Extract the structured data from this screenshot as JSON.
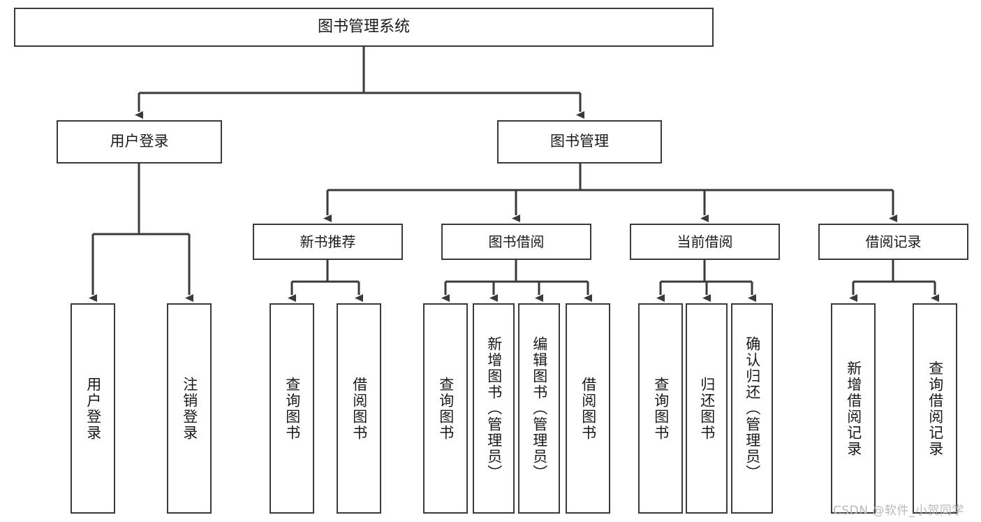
{
  "diagram": {
    "type": "tree",
    "title": "图书管理系统",
    "orientation": "top-down",
    "colors": {
      "box_border": "#3a3a3a",
      "box_fill": "#ffffff",
      "connector": "#3a3a3a",
      "text": "#1a1a1a",
      "watermark": "#b9b9b9",
      "page_background": "#ffffff"
    },
    "root": {
      "label": "图书管理系统"
    },
    "level1": [
      {
        "label": "用户登录"
      },
      {
        "label": "图书管理"
      }
    ],
    "level2": [
      {
        "label": "新书推荐"
      },
      {
        "label": "图书借阅"
      },
      {
        "label": "当前借阅"
      },
      {
        "label": "借阅记录"
      }
    ],
    "leaves": {
      "user_login": [
        {
          "label": "用户登录"
        },
        {
          "label": "注销登录"
        }
      ],
      "new_book_recommend": [
        {
          "label": "查询图书"
        },
        {
          "label": "借阅图书"
        }
      ],
      "book_borrow": [
        {
          "label": "查询图书"
        },
        {
          "label": "新增图书（管理员）"
        },
        {
          "label": "编辑图书（管理员）"
        },
        {
          "label": "借阅图书"
        }
      ],
      "current_borrow": [
        {
          "label": "查询图书"
        },
        {
          "label": "归还图书"
        },
        {
          "label": "确认归还（管理员）"
        }
      ],
      "borrow_record": [
        {
          "label": "新增借阅记录"
        },
        {
          "label": "查询借阅记录"
        }
      ]
    },
    "watermark": "CSDN @软件_小贺同学"
  }
}
